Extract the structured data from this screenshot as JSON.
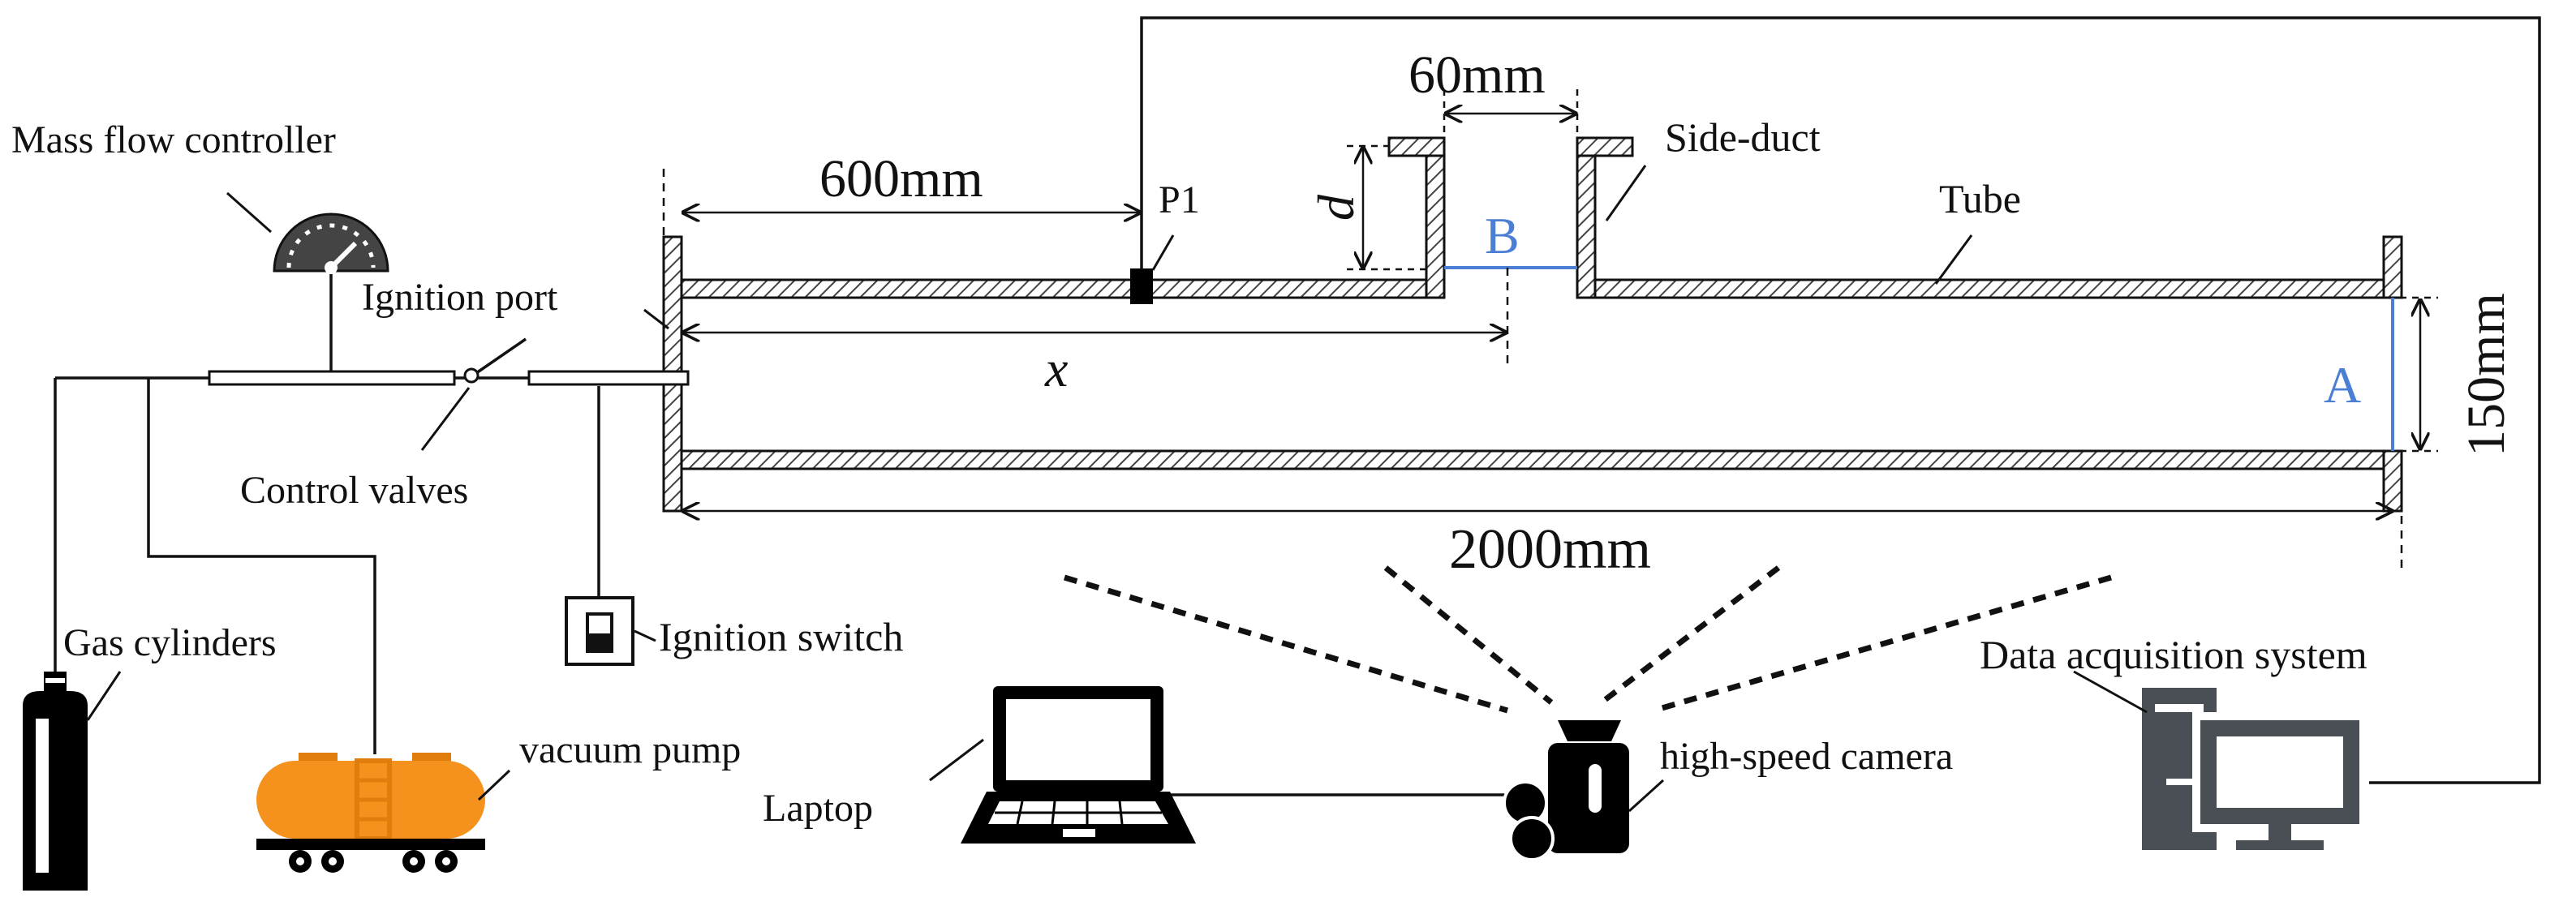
{
  "labels": {
    "mass_flow_controller": "Mass flow controller",
    "ignition_port": "Ignition port",
    "control_valves": "Control valves",
    "gas_cylinders": "Gas cylinders",
    "vacuum_pump": "vacuum pump",
    "ignition_switch": "Ignition switch",
    "laptop": "Laptop",
    "high_speed_camera": "high-speed camera",
    "data_acquisition_system": "Data acquisition system",
    "side_duct": "Side-duct",
    "tube": "Tube",
    "p1": "P1",
    "d": "d",
    "x": "x",
    "a": "A",
    "b": "B"
  },
  "dimensions": {
    "sensor_distance": "600mm",
    "side_duct_width": "60mm",
    "tube_diameter": "150mm",
    "tube_length": "2000mm"
  },
  "colors": {
    "line": "#111111",
    "hatch": "#555555",
    "section_marker": "#4a7fd4",
    "tank": "#f5921e",
    "computer": "#4a4f56"
  }
}
